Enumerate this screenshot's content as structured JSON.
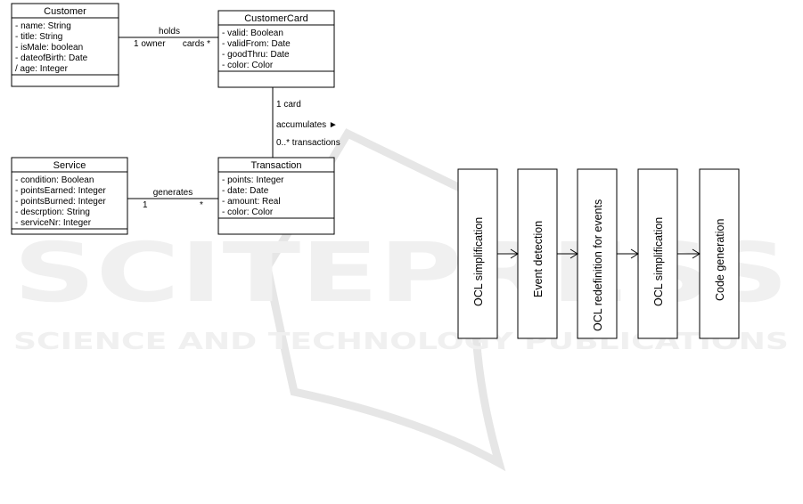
{
  "watermark": {
    "main": "SCITEPRESS",
    "sub": "SCIENCE AND TECHNOLOGY PUBLICATIONS"
  },
  "classes": {
    "customer": {
      "title": "Customer",
      "attributes": [
        "- name: String",
        "- title: String",
        "- isMale: boolean",
        "- dateofBirth: Date",
        "/ age: Integer"
      ]
    },
    "customer_card": {
      "title": "CustomerCard",
      "attributes": [
        "- valid: Boolean",
        "- validFrom: Date",
        "- goodThru: Date",
        "- color: Color"
      ]
    },
    "service": {
      "title": "Service",
      "attributes": [
        "- condition: Boolean",
        "- pointsEarned: Integer",
        "- pointsBurned: Integer",
        "- descrption: String",
        "- serviceNr: Integer"
      ]
    },
    "transaction": {
      "title": "Transaction",
      "attributes": [
        "- points: Integer",
        "- date: Date",
        "- amount: Real",
        "- color: Color"
      ]
    }
  },
  "associations": {
    "holds": {
      "name": "holds",
      "left_end": "1 owner",
      "right_end": "cards *"
    },
    "accumulates": {
      "name": "accumulates ►",
      "top_end": "1 card",
      "bottom_end": "0..* transactions"
    },
    "generates": {
      "name": "generates",
      "left_end": "1",
      "right_end": "*"
    }
  },
  "pipeline": {
    "steps": [
      "OCL simplification",
      "Event detection",
      "OCL redefinition for events",
      "OCL simplification",
      "Code generation"
    ]
  }
}
